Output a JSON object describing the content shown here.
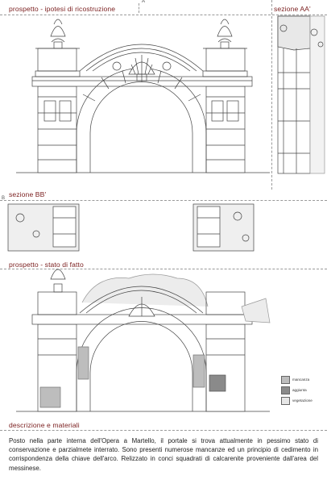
{
  "titles": {
    "prospetto_ipotesi": "prospetto - ipotesi di ricostruzione",
    "sezione_aa": "sezione AA'",
    "sezione_bb": "sezione BB'",
    "prospetto_stato": "prospetto - stato di fatto",
    "descrizione": "descrizione e materiali"
  },
  "section_marks": {
    "a_top": "A",
    "b_left": "B"
  },
  "legend": {
    "items": [
      {
        "label": "mancanza",
        "color": "#bdbdbd"
      },
      {
        "label": "aggiunta",
        "color": "#8a8a8a"
      },
      {
        "label": "vegetazione",
        "color": "#e6e6e6"
      }
    ]
  },
  "description": {
    "text": "Posto nella parte interna dell'Opera a Martello, il portale si trova attualmente in pessimo stato di conservazione e parzialmete interrato. Sono presenti numerose mancanze ed un principio di cedimento in corrispondenza della chiave dell'arco. Relizzato in conci squadrati di calcarenite proveniente dall'area del messinese."
  },
  "colors": {
    "title": "#7a1e1e",
    "line": "#444444",
    "stone": "#555555"
  }
}
